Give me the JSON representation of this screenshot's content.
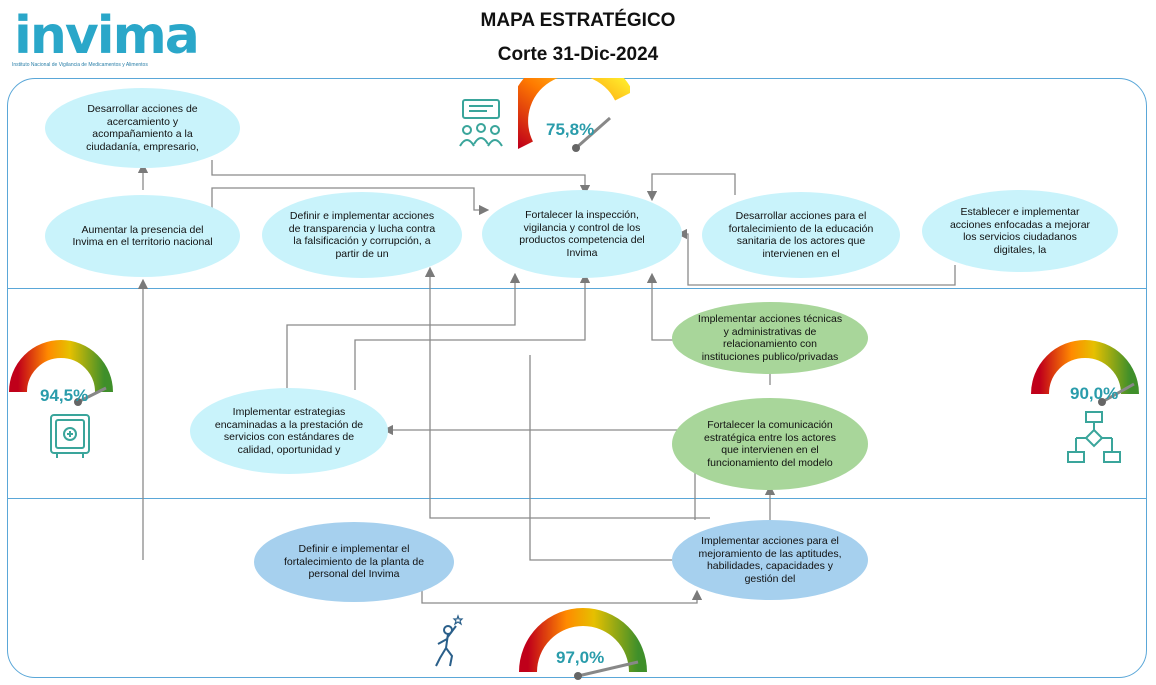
{
  "header": {
    "logo_text": "invima",
    "logo_subtitle": "Instituto Nacional de Vigilancia de Medicamentos y Alimentos",
    "title": "MAPA ESTRATÉGICO",
    "subtitle": "Corte 31-Dic-2024"
  },
  "colors": {
    "frame_border": "#5aa7d8",
    "cyan_node": "#c9f3fb",
    "green_node": "#a8d69a",
    "blue_node": "#a6d0ee",
    "gauge_value_text": "#2a9cab",
    "icon_color": "#3aa59b"
  },
  "nodes": {
    "acercamiento": "Desarrollar acciones de acercamiento y acompañamiento a la ciudadanía, empresario,",
    "presencia": "Aumentar la presencia del Invima en el territorio nacional",
    "transparencia": "Definir e implementar acciones de transparencia y lucha contra la falsificación y corrupción, a partir de un",
    "ivc": "Fortalecer la inspección, vigilancia y control de los productos competencia del Invima",
    "educacion": "Desarrollar acciones para el fortalecimiento de la educación sanitaria de los actores que intervienen en el",
    "digitales": "Establecer e implementar acciones enfocadas a mejorar los servicios ciudadanos digitales, la",
    "relacionamiento": "Implementar acciones técnicas y administrativas de relacionamiento con instituciones publico/privadas",
    "estrategias": "Implementar estrategias encaminadas a la prestación de servicios con estándares de calidad, oportunidad y",
    "comunicacion": "Fortalecer la comunicación estratégica entre los actores que intervienen en el funcionamiento del modelo",
    "planta": "Definir e implementar el fortalecimiento de la planta de personal del Invima",
    "aptitudes": "Implementar acciones para el mejoramiento de las aptitudes, habilidades, capacidades y gestión del"
  },
  "gauges": {
    "ciudadano": {
      "value": "75,8%",
      "icon": "audience-icon"
    },
    "financiera": {
      "value": "94,5%",
      "icon": "safe-icon"
    },
    "procesos": {
      "value": "90,0%",
      "icon": "flowchart-icon"
    },
    "aprendizaje": {
      "value": "97,0%",
      "icon": "person-goal-icon"
    }
  }
}
